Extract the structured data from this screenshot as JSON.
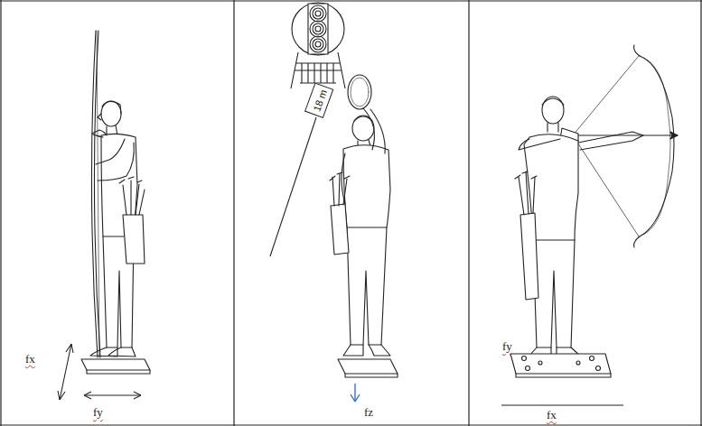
{
  "diagram": {
    "labels": [
      "fx",
      "fy",
      "18 m",
      "fz",
      "fy",
      "fx"
    ]
  }
}
